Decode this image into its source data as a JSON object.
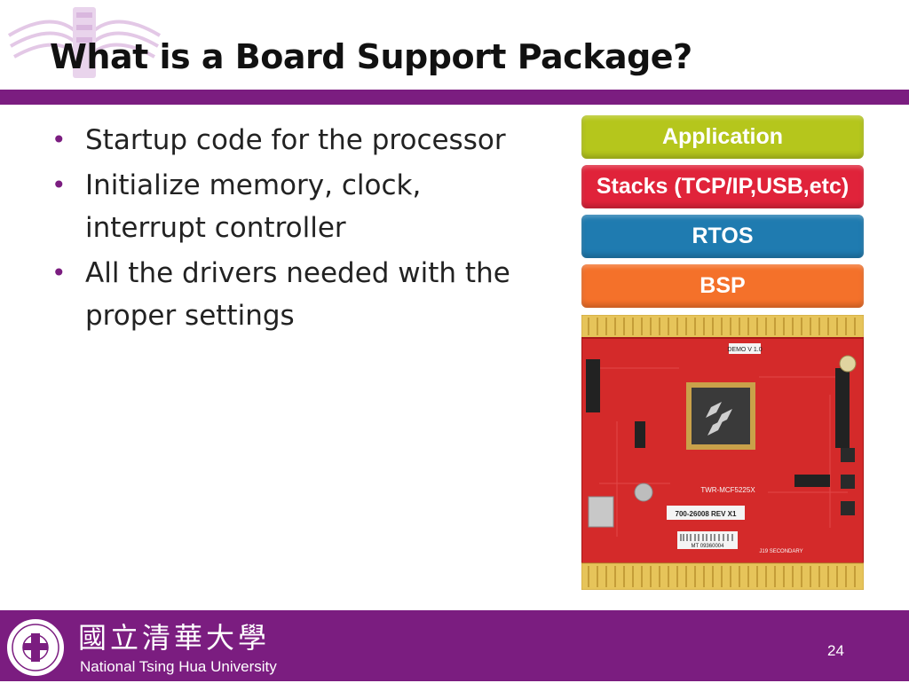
{
  "slide": {
    "title": "What is a Board Support Package?",
    "bullets": [
      "Startup code for the processor",
      "Initialize memory, clock, interrupt controller",
      "All the drivers needed with the proper settings"
    ],
    "stack_layers": [
      {
        "label": "Application",
        "color": "#b5c61c"
      },
      {
        "label": "Stacks (TCP/IP,USB,etc)",
        "color": "#e0233a"
      },
      {
        "label": "RTOS",
        "color": "#1f7bb0"
      },
      {
        "label": "BSP",
        "color": "#f4712a"
      }
    ],
    "board_labels": [
      "DEMO V 1.0",
      "TWR-MCF5225X",
      "700-26008 REV X1",
      "MT 09360004",
      "J19 SECONDARY"
    ]
  },
  "footer": {
    "university_cn": "國立清華大學",
    "university_en": "National Tsing Hua University",
    "page_number": "24"
  },
  "colors": {
    "accent": "#7b1d80",
    "board": "#d42a2a"
  },
  "icons": {
    "top_logo": "nthu-emblem-icon",
    "seal": "nthu-seal-icon",
    "chip_logo": "freescale-logo-icon"
  }
}
